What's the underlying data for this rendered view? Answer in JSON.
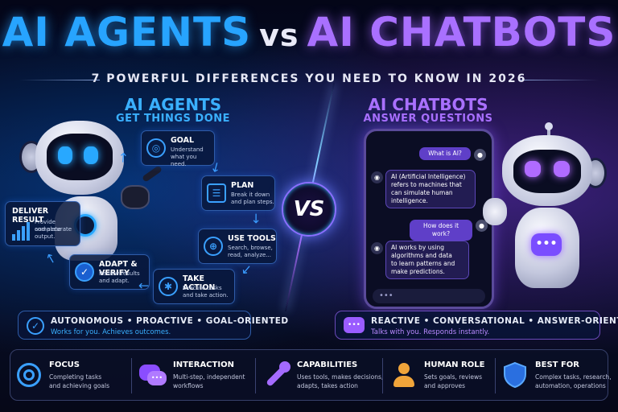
{
  "title": {
    "left": "AI AGENTS",
    "vs": "vs",
    "right": "AI CHATBOTS"
  },
  "subtitle": "7 POWERFUL DIFFERENCES YOU NEED TO KNOW IN 2026",
  "agents": {
    "heading": "AI AGENTS",
    "subheading": "GET THINGS DONE",
    "steps": {
      "goal": {
        "title": "GOAL",
        "desc1": "Understand",
        "desc2": "what you need."
      },
      "plan": {
        "title": "PLAN",
        "desc1": "Break it down",
        "desc2": "and plan steps."
      },
      "use_tools": {
        "title": "USE TOOLS",
        "desc1": "Search, browse,",
        "desc2": "read, analyze..."
      },
      "take_action": {
        "title": "TAKE ACTION",
        "desc1": "Execute tasks",
        "desc2": "and take action."
      },
      "adapt_verify": {
        "title": "ADAPT & VERIFY",
        "desc1": "Review results",
        "desc2": "and adapt."
      },
      "deliver_result": {
        "title": "DELIVER RESULT",
        "desc1": "Provide complete",
        "desc2": "and accurate",
        "desc3": "output."
      }
    },
    "tagline": "AUTONOMOUS  •  PROACTIVE  •  GOAL-ORIENTED",
    "tagline_sub": "Works for you. Achieves outcomes."
  },
  "vs_badge": "VS",
  "chatbots": {
    "heading": "AI CHATBOTS",
    "subheading": "ANSWER QUESTIONS",
    "chat": {
      "q1": "What is AI?",
      "a1": [
        "AI (Artificial Intelligence)",
        "refers to machines that",
        "can simulate human",
        "intelligence."
      ],
      "q2": "How does it work?",
      "a2": [
        "AI works by using",
        "algorithms and data",
        "to learn patterns and",
        "make predictions."
      ],
      "typing": "•••"
    },
    "tagline": "REACTIVE  •  CONVERSATIONAL  •  ANSWER-ORIENTED",
    "tagline_sub": "Talks with you. Responds instantly."
  },
  "bottom": [
    {
      "title": "FOCUS",
      "line1": "Completing tasks",
      "line2": "and achieving goals",
      "icon": "target-icon"
    },
    {
      "title": "INTERACTION",
      "line1": "Multi-step, independent",
      "line2": "workflows",
      "icon": "chat-icon"
    },
    {
      "title": "CAPABILITIES",
      "line1": "Uses tools, makes decisions,",
      "line2": "adapts, takes action",
      "icon": "wrench-icon"
    },
    {
      "title": "HUMAN ROLE",
      "line1": "Sets goals, reviews",
      "line2": "and approves",
      "icon": "person-icon"
    },
    {
      "title": "BEST FOR",
      "line1": "Complex tasks, research,",
      "line2": "automation, operations",
      "icon": "shield-icon"
    }
  ],
  "colors": {
    "agent_blue": "#27a4ff",
    "chatbot_purple": "#a970ff",
    "background": "#05071a"
  }
}
